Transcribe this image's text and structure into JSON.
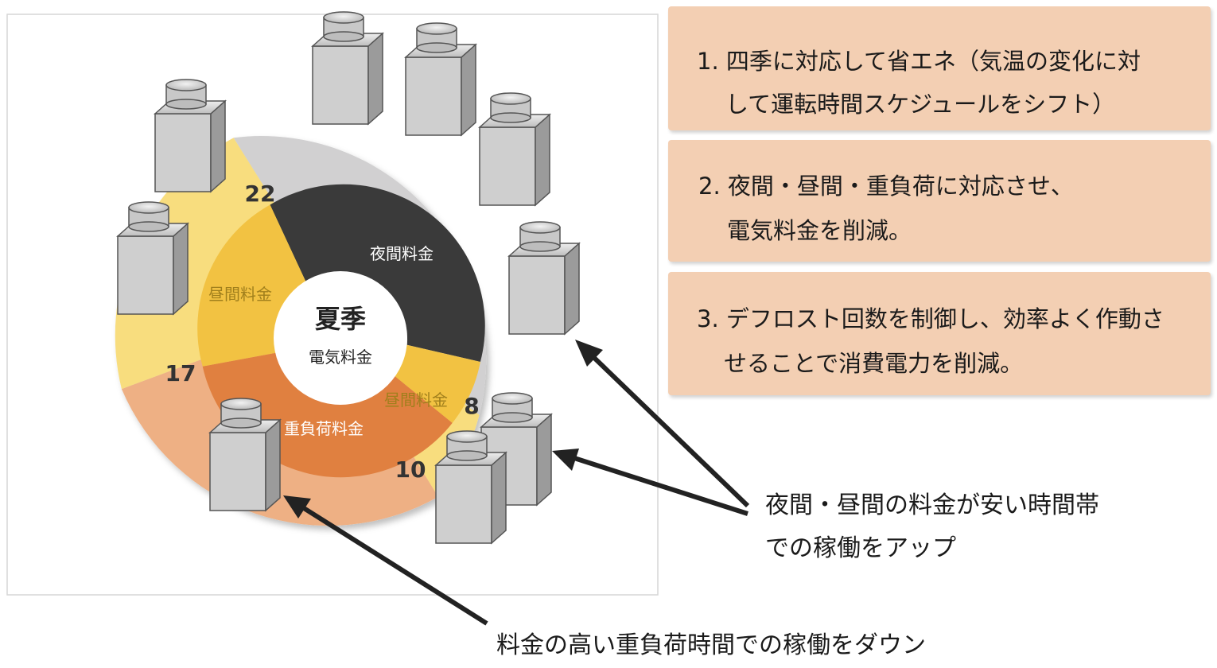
{
  "center": {
    "season": "夏季",
    "subtitle": "電気料金"
  },
  "inner_ring_labels": {
    "night": "夜間料金",
    "day_left": "昼間料金",
    "day_right": "昼間料金",
    "peak": "重負荷料金"
  },
  "hours": {
    "h22": "22",
    "h17": "17",
    "h8": "8",
    "h10": "10"
  },
  "colors": {
    "night_inner": "#3a3a3a",
    "night_outer": "#d1d0d1",
    "day_inner": "#f2c242",
    "day_outer": "#f8dd7e",
    "peak_inner": "#e08040",
    "peak_outer": "#eeb084"
  },
  "info_boxes": [
    {
      "line1": "1. 四季に対応して省エネ（気温の変化に対",
      "line2": "して運転時間スケジュールをシフト）"
    },
    {
      "line1": "2. 夜間・昼間・重負荷に対応させ、",
      "line2": "電気料金を削減。"
    },
    {
      "line1": "3. デフロスト回数を制御し、効率よく作動さ",
      "line2": "せることで消費電力を削減。"
    }
  ],
  "callouts": {
    "cheap_line1": "夜間・昼間の料金が安い時間帯",
    "cheap_line2": "での稼働をアップ",
    "expensive": "料金の高い重負荷時間での稼働をダウン"
  }
}
